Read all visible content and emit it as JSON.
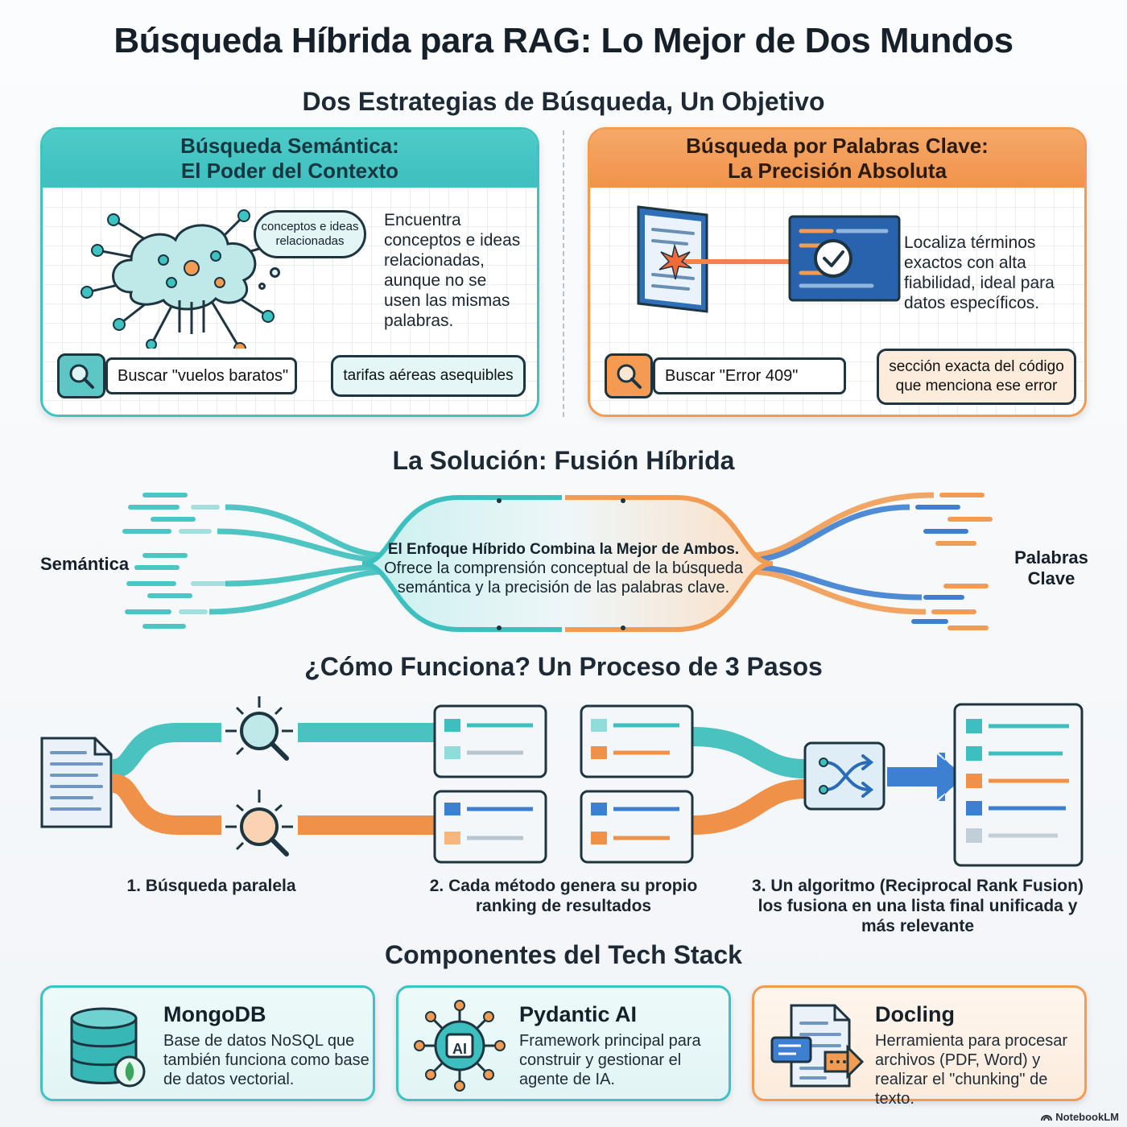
{
  "title": "Búsqueda Híbrida para RAG: Lo Mejor de Dos Mundos",
  "strategies": {
    "heading": "Dos Estrategias de Búsqueda, Un Objetivo",
    "semantic": {
      "title_line1": "Búsqueda Semántica:",
      "title_line2": "El Poder del Contexto",
      "bubble_line1": "conceptos e ideas",
      "bubble_line2": "relacionadas",
      "description": [
        "Encuentra",
        "conceptos e ideas",
        "relacionadas,",
        "aunque no se",
        "usen las mismas",
        "palabras."
      ],
      "search_query": "Buscar \"vuelos baratos\"",
      "result": "tarifas aéreas asequibles"
    },
    "keyword": {
      "title_line1": "Búsqueda por Palabras Clave:",
      "title_line2": "La Precisión Absoluta",
      "description": [
        "Localiza términos",
        "exactos con alta",
        "fiabilidad, ideal para",
        "datos específicos."
      ],
      "search_query": "Buscar \"Error 409\"",
      "result_line1": "sección exacta del código",
      "result_line2": "que menciona ese error"
    }
  },
  "fusion": {
    "heading": "La Solución: Fusión Híbrida",
    "left_label": "Semántica",
    "right_label_line1": "Palabras",
    "right_label_line2": "Clave",
    "center_title": "El Enfoque Híbrido Combina la Mejor de Ambos.",
    "center_line1": "Ofrece la comprensión conceptual de la búsqueda",
    "center_line2": "semántica y la precisión de las palabras clave."
  },
  "process": {
    "heading": "¿Cómo Funciona? Un Proceso de 3 Pasos",
    "step1": "1. Búsqueda paralela",
    "step2_line1": "2. Cada método genera su propio",
    "step2_line2": "ranking de resultados",
    "step3_line1": "3. Un algoritmo (Reciprocal Rank Fusion)",
    "step3_line2": "los fusiona en una lista final unificada y",
    "step3_line3": "más relevante"
  },
  "stack": {
    "heading": "Componentes del Tech Stack",
    "items": [
      {
        "name": "MongoDB",
        "description": "Base de datos NoSQL que también funciona como base de datos vectorial."
      },
      {
        "name": "Pydantic AI",
        "description": "Framework principal para construir y gestionar el agente de IA.",
        "icon_text": "AI"
      },
      {
        "name": "Docling",
        "description": "Herramienta para procesar archivos (PDF, Word) y realizar el \"chunking\" de texto."
      }
    ]
  },
  "watermark": "NotebookLM",
  "colors": {
    "teal": "#3cc3c2",
    "orange": "#f29b52",
    "blue": "#3d7fd1",
    "dark": "#1d3540"
  }
}
